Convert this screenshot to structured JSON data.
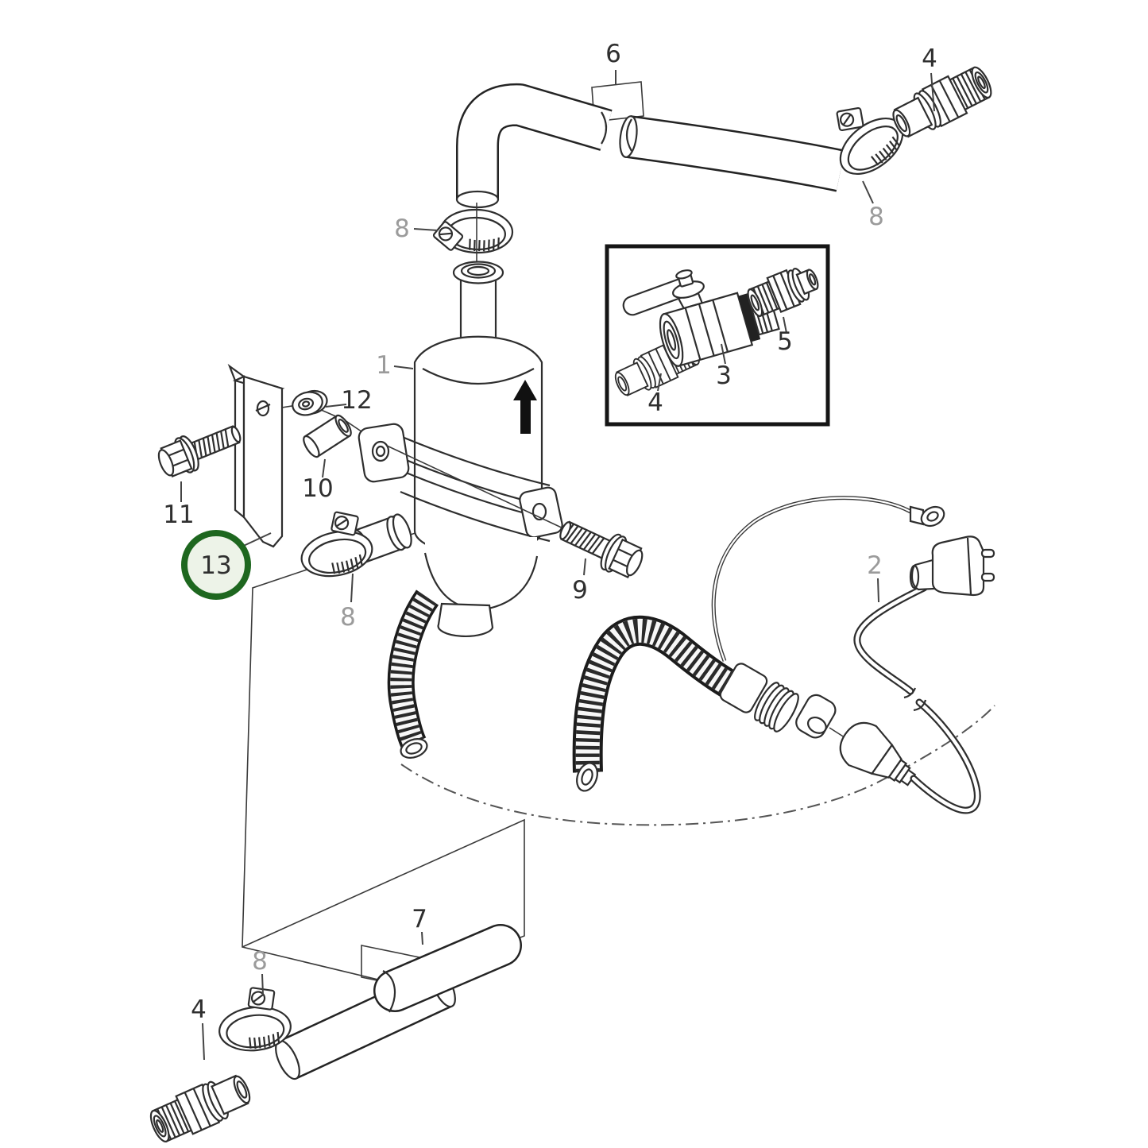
{
  "diagram": {
    "type": "exploded-parts-diagram",
    "description": "Exploded line-drawing of an engine heater installation kit with numbered part callouts and one highlighted part",
    "colors": {
      "background": "#ffffff",
      "line": "#2e2e2e",
      "label": "#2f2f2f",
      "muted_label": "#9b9b9b",
      "highlight_ring": "#1e671f",
      "highlight_fill": "#edf3e8",
      "inset_border": "#151515",
      "arrow_fill": "#111111"
    },
    "highlighted_part": "13",
    "parts": {
      "p1": {
        "label": "1",
        "style": "muted"
      },
      "p2": {
        "label": "2",
        "style": "muted"
      },
      "p3": {
        "label": "3",
        "style": "standard"
      },
      "p4": {
        "label": "4",
        "style": "standard"
      },
      "p5": {
        "label": "5",
        "style": "standard"
      },
      "p6": {
        "label": "6",
        "style": "standard"
      },
      "p7": {
        "label": "7",
        "style": "standard"
      },
      "p8": {
        "label": "8",
        "style": "muted"
      },
      "p9": {
        "label": "9",
        "style": "standard"
      },
      "p10": {
        "label": "10",
        "style": "standard"
      },
      "p11": {
        "label": "11",
        "style": "standard"
      },
      "p12": {
        "label": "12",
        "style": "standard"
      },
      "p13": {
        "label": "13",
        "style": "highlighted"
      }
    }
  }
}
